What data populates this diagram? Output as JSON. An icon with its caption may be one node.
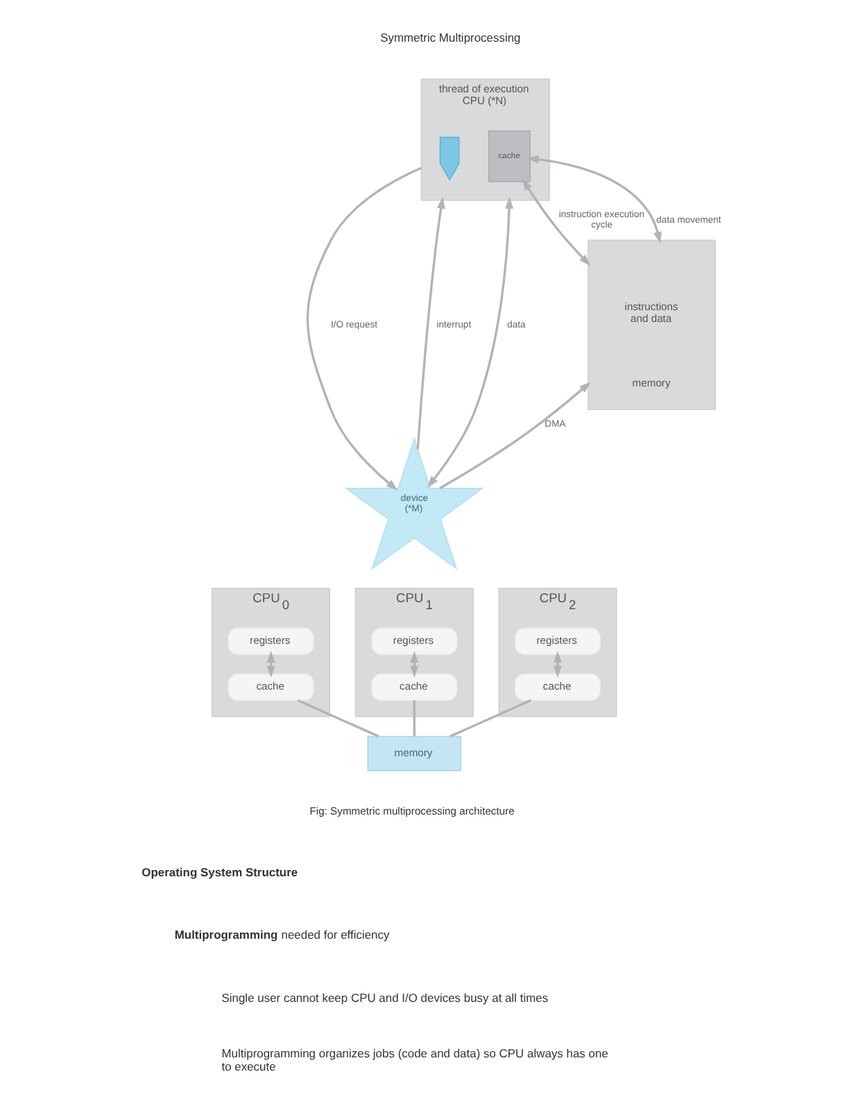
{
  "diagram": {
    "nodes": [
      {
        "text": [
          "thread of execution",
          "CPU (*N)"
        ]
      },
      {
        "text": [],
        "shape": "arrow",
        "in": 0
      },
      {
        "text": [
          "cache"
        ],
        "in": 0
      },
      {
        "text": [
          "instructions and data",
          "memory"
        ]
      },
      {
        "text": [
          "device (*M)"
        ]
      },
      {
        "text": [
          "CPU$_{0}$"
        ]
      },
      {
        "text": [
          "registers"
        ],
        "in": 5
      },
      {
        "text": [
          "cache"
        ],
        "in": 5
      },
      {
        "text": [
          "CPU$_{1}$"
        ]
      },
      {
        "text": [
          "registers"
        ],
        "in": 8
      },
      {
        "text": [
          "cache"
        ],
        "in": 8
      },
      {
        "text": [
          "CPU$_{2}$"
        ]
      },
      {
        "text": [
          "registers"
        ],
        "in": 11
      },
      {
        "text": [
          "cache"
        ],
        "in": 11
      },
      {
        "text": [
          "memory"
        ]
      }
    ],
    "edges": [
      {
        "from": 2,
        "to": 3,
        "arrow": "both",
        "label": "instruction execution cycle"
      },
      {
        "from": 2,
        "to": 3,
        "arrow": "both",
        "label": "data movement"
      },
      {
        "from": 0,
        "to": 4,
        "arrow": "to",
        "label": "I/O request"
      },
      {
        "from": 4,
        "to": 0,
        "arrow": "to",
        "label": "interrupt"
      },
      {
        "from": 0,
        "to": 4,
        "arrow": "both",
        "label": "data"
      },
      {
        "from": 4,
        "to": 3,
        "arrow": "to",
        "label": "DMA"
      },
      {
        "from": 6,
        "to": 7,
        "arrow": "both"
      },
      {
        "from": 9,
        "to": 10,
        "arrow": "both"
      },
      {
        "from": 12,
        "to": 13,
        "arrow": "both"
      },
      {
        "from": 7,
        "to": 14,
        "arrow": "none"
      },
      {
        "from": 10,
        "to": 14,
        "arrow": "none"
      },
      {
        "from": 13,
        "to": 14,
        "arrow": "none"
      }
    ],
    "labels": [
      "Symmetric Multiprocessing",
      "Fig: Symmetric multiprocessing architecture",
      "Operating System Structure",
      "**Multiprogramming** needed for efficiency",
      "Single user cannot keep CPU and I/O devices busy at all times",
      "Multiprogramming organizes jobs (code and data) so CPU always has one to execute"
    ]
  }
}
